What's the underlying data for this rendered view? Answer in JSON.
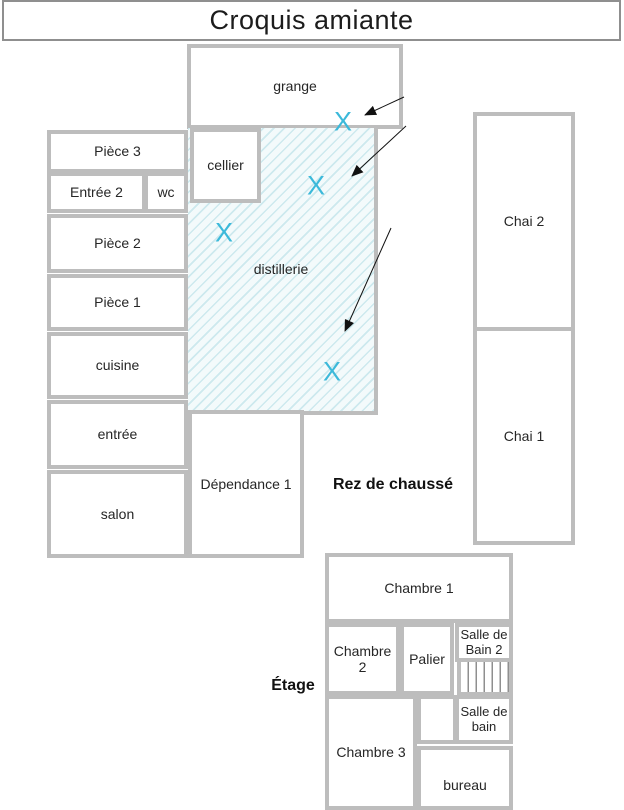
{
  "title": "Croquis amiante",
  "sections": {
    "ground_floor_label": "Rez de chaussé",
    "upper_floor_label": "Étage"
  },
  "ground_floor": {
    "grange": "grange",
    "piece_3": "Pièce 3",
    "entree_2": "Entrée 2",
    "wc": "wc",
    "piece_2": "Pièce 2",
    "piece_1": "Pièce 1",
    "cuisine": "cuisine",
    "entree": "entrée",
    "salon": "salon",
    "cellier": "cellier",
    "distillerie": "distillerie",
    "dependance_1": "Dépendance 1",
    "chai_2": "Chai 2",
    "chai_1": "Chai 1"
  },
  "upper_floor": {
    "chambre_1": "Chambre 1",
    "chambre_2": "Chambre 2",
    "palier": "Palier",
    "salle_de_bain_2": "Salle de Bain 2",
    "chambre_3": "Chambre 3",
    "salle_de_bain": "Salle de bain",
    "bureau": "bureau"
  },
  "marks": [
    {
      "symbol": "X"
    },
    {
      "symbol": "X"
    },
    {
      "symbol": "X"
    },
    {
      "symbol": "X"
    }
  ],
  "colors": {
    "mark": "#3cb9da",
    "wall": "#bdbdbd",
    "hatch_line": "#cde9ee",
    "hatch_bg": "#f3fafb",
    "arrow": "#111111"
  }
}
